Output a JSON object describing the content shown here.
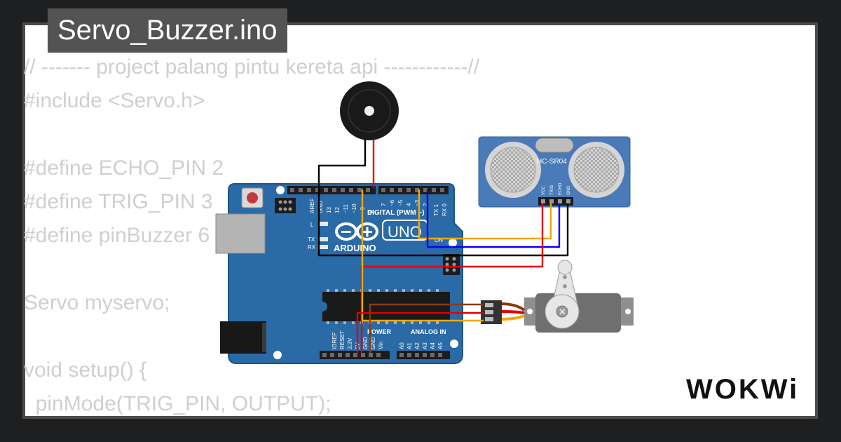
{
  "file_tab": {
    "title": "Servo_Buzzer.ino"
  },
  "code_lines": [
    "// ------- project palang pintu kereta api ------------//",
    "#include <Servo.h>",
    "",
    "#define ECHO_PIN 2",
    "#define TRIG_PIN 3",
    "#define pinBuzzer 6",
    "",
    "Servo myservo;",
    "",
    "void setup() {",
    "  pinMode(TRIG_PIN, OUTPUT);"
  ],
  "arduino": {
    "brand": "ARDUINO",
    "model": "UNO",
    "digital_label": "DIGITAL (PWM ~)",
    "power_label": "POWER",
    "analog_label": "ANALOG IN",
    "aref_label": "AREF",
    "gnd_label": "GND",
    "l_label": "L",
    "tx_label": "TX",
    "rx_label": "RX",
    "on_label": "ON",
    "digital_pins": [
      "13",
      "12",
      "~11",
      "~10",
      "~9",
      "8",
      "7",
      "~6",
      "~5",
      "4",
      "~3",
      "2",
      "TX 1",
      "RX 0"
    ],
    "power_pins": [
      "IOREF",
      "RESET",
      "3.3V",
      "5V",
      "GND",
      "GND",
      "Vin"
    ],
    "analog_pins": [
      "A0",
      "A1",
      "A2",
      "A3",
      "A4",
      "A5"
    ]
  },
  "sensor": {
    "model": "HC-SR04",
    "pins": [
      "VCC",
      "TRIG",
      "ECHO",
      "GND"
    ]
  },
  "wire_colors": {
    "buzzer_gnd": "#000000",
    "buzzer_signal": "#e00000",
    "trig": "#f5a700",
    "echo": "#0000ff",
    "gnd": "#000000",
    "vcc": "#e00000",
    "servo_gnd": "#8b3a0f",
    "servo_vcc": "#e00000",
    "servo_signal": "#f5a700"
  },
  "board_color": "#2a6aa6",
  "sensor_color": "#4a7ab8",
  "brand_logo": "WOKWi"
}
